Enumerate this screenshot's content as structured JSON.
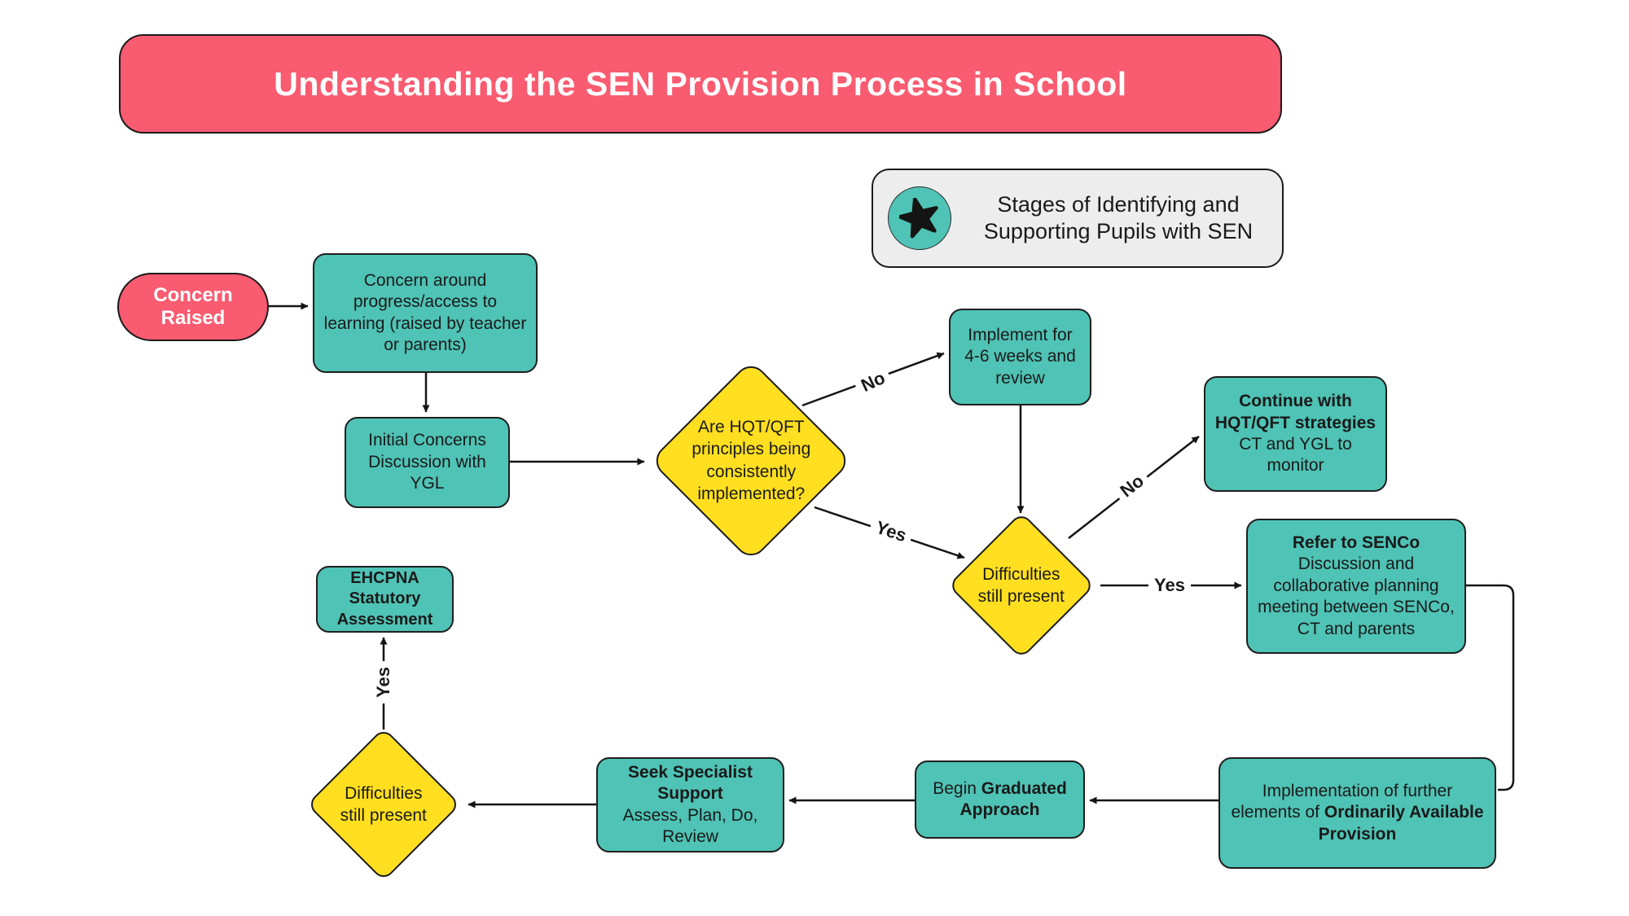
{
  "title": {
    "text": "Understanding the SEN Provision Process in School"
  },
  "legend": {
    "icon": "star-icon",
    "text": "Stages of Identifying and\nSupporting Pupils with SEN"
  },
  "colors": {
    "banner_pink": "#F95B70",
    "node_teal": "#4FC3B5",
    "decision_yellow": "#FFDF1F",
    "legend_gray": "#EDEDED",
    "outline": "#1B1B1B",
    "text": "#1A1A1A",
    "title_text": "#FFFFFF"
  },
  "nodes": {
    "concern_raised": {
      "text": "Concern\nRaised"
    },
    "concern_detail": {
      "text": "Concern around\nprogress/access to\nlearning (raised by teacher\nor parents)"
    },
    "initial_concerns": {
      "text": "Initial Concerns\nDiscussion with\nYGL"
    },
    "hqt_decision": {
      "text": "Are HQT/QFT\nprinciples being\nconsistently\nimplemented?"
    },
    "implement_review": {
      "text": "Implement for\n4-6 weeks and\nreview"
    },
    "continue_hqt": {
      "bold": "Continue with\nHQT/QFT strategies",
      "regular": "\nCT and YGL to\nmonitor"
    },
    "difficulties_present_1": {
      "text": "Difficulties\nstill present"
    },
    "refer_senco": {
      "bold": "Refer to SENCo",
      "regular": "\nDiscussion and\ncollaborative planning\nmeeting between SENCo,\nCT and parents"
    },
    "implement_oap": {
      "regular": "Implementation of further\nelements of ",
      "bold": "Ordinarily Available\nProvision"
    },
    "graduated_approach": {
      "regular": "Begin ",
      "bold": "Graduated\nApproach"
    },
    "specialist_support": {
      "bold": "Seek Specialist\nSupport",
      "regular": "\nAssess, Plan, Do,\nReview"
    },
    "difficulties_present_2": {
      "text": "Difficulties\nstill present"
    },
    "ehcpna": {
      "text": "EHCPNA\nStatutory\nAssessment"
    }
  },
  "edge_labels": {
    "no_hqt": "No",
    "yes_hqt": "Yes",
    "no_difficulties": "No",
    "yes_difficulties": "Yes",
    "yes_ehcpna": "Yes"
  }
}
